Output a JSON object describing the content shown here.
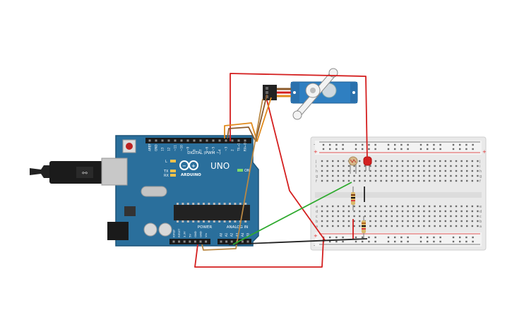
{
  "board": {
    "brand_text": "ARDUINO",
    "model_text": "UNO",
    "digital_label": "DIGITAL (PWM ~)",
    "power_label": "POWER",
    "analog_label": "ANALOG IN",
    "on_label": "ON",
    "l_label": "L",
    "tx_label": "TX",
    "rx_label": "RX",
    "top_header_pins": [
      "AREF",
      "GND",
      "13",
      "12",
      "~11",
      "~10",
      "~9",
      "8",
      "7",
      "~6",
      "~5",
      "4",
      "~3",
      "2",
      "TX→1",
      "RX←0"
    ],
    "power_header_pins": [
      "IOREF",
      "RESET",
      "3.3V",
      "5V",
      "GND",
      "GND",
      "Vin"
    ],
    "analog_header_pins": [
      "A0",
      "A1",
      "A2",
      "A3",
      "A4",
      "A5"
    ]
  },
  "breadboard": {
    "row_letters_top": [
      "j",
      "i",
      "h",
      "g",
      "f"
    ],
    "row_letters_bottom": [
      "e",
      "d",
      "c",
      "b",
      "a"
    ],
    "plus_label": "+",
    "minus_label": "-"
  },
  "colors": {
    "board_blue": "#2a6f9c",
    "wire_red": "#d41f1f",
    "wire_black": "#222222",
    "wire_green": "#2eaa2e",
    "wire_orange": "#e08a1c",
    "wire_brown": "#8b5a2b",
    "servo_blue": "#2f7fc1",
    "led_red": "#d32020"
  }
}
